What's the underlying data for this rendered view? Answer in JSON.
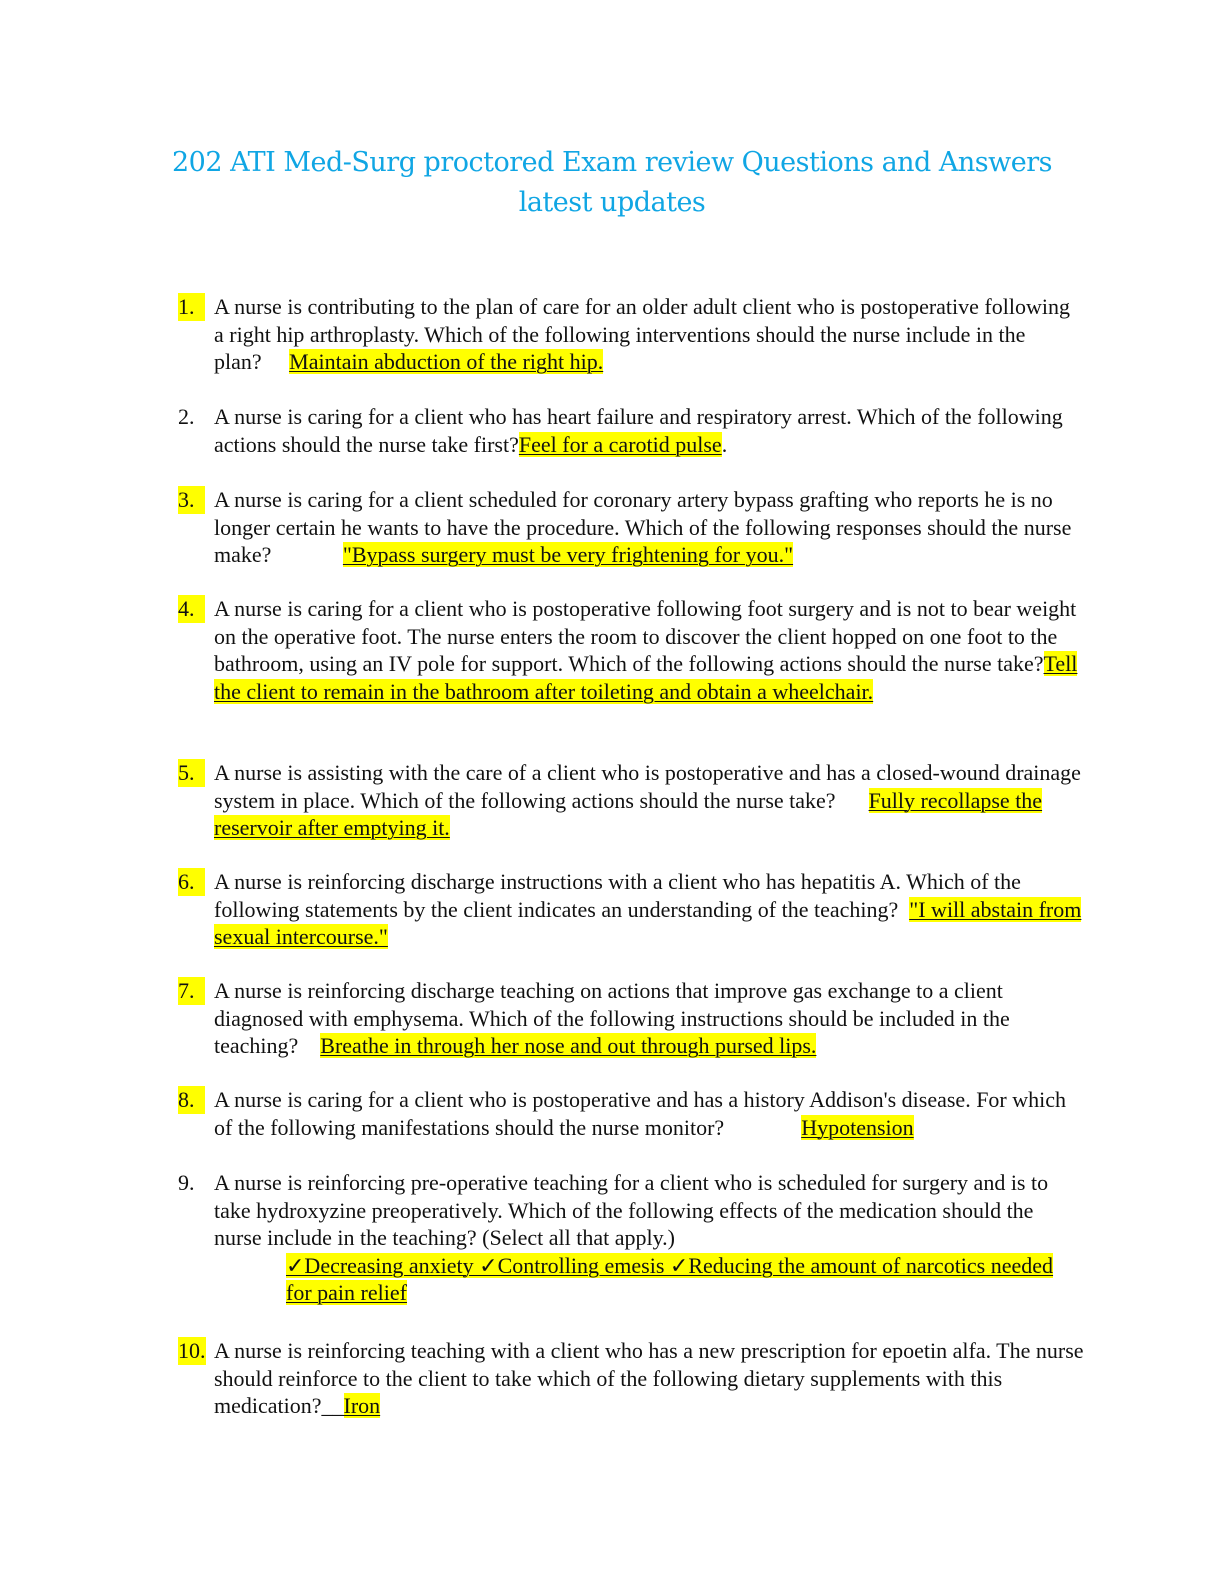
{
  "document": {
    "title_line1": "202 ATI Med-Surg proctored Exam review Questions and Answers",
    "title_line2": "latest updates",
    "colors": {
      "title": "#10a6e4",
      "highlight": "#ffff00",
      "text": "#111111"
    }
  },
  "questions": [
    {
      "number": "1.",
      "highlighted_number": true,
      "question": "A nurse is contributing to the plan of care for an older adult client who is postoperative following a right hip arthroplasty. Which of the following interventions should the nurse include in the plan?",
      "answer": "Maintain abduction of the right hip."
    },
    {
      "number": "2.",
      "highlighted_number": false,
      "question": "A nurse is caring for a client who has heart failure and respiratory arrest. Which of the following actions should the nurse take first?",
      "answer": "Feel for a carotid pulse",
      "trailing": "."
    },
    {
      "number": "3.",
      "highlighted_number": true,
      "question": "A nurse is caring for a client scheduled for coronary artery bypass grafting who reports he is no longer certain he wants to have the procedure. Which of the following responses should the nurse make?",
      "answer": "\"Bypass surgery must be very frightening for you.\""
    },
    {
      "number": "4.",
      "highlighted_number": true,
      "question": "A nurse is caring for a client who is postoperative following foot surgery and is not to bear weight on the operative foot. The nurse enters the room to discover the client hopped on one foot to the bathroom, using an IV pole for support. Which of the following actions should the nurse take?",
      "answer": "Tell the client to remain in the bathroom after toileting and obtain a wheelchair."
    },
    {
      "number": "5.",
      "highlighted_number": true,
      "question": "A nurse is assisting with the care of a client who is postoperative and has a closed-wound drainage system in place. Which of the following actions should the nurse take?",
      "answer": "Fully recollapse the reservoir after emptying it."
    },
    {
      "number": "6.",
      "highlighted_number": true,
      "question": "A nurse is reinforcing discharge instructions with a client who has hepatitis A. Which of the following statements by the client indicates an understanding of the teaching?",
      "answer": "\"I will abstain from sexual intercourse.\""
    },
    {
      "number": "7.",
      "highlighted_number": true,
      "question": "A nurse is reinforcing discharge teaching on actions that improve gas exchange to a client diagnosed with emphysema. Which of the following instructions should be included in the teaching?",
      "answer": "Breathe in through her nose and out through pursed lips."
    },
    {
      "number": "8.",
      "highlighted_number": true,
      "question": "A nurse is caring for a client who is postoperative and has a history Addison's disease. For which of the following manifestations should the nurse monitor?",
      "answer": "Hypotension"
    },
    {
      "number": "9.",
      "highlighted_number": false,
      "question": "A nurse is reinforcing pre-operative teaching for a client who is scheduled for surgery and is to take hydroxyzine preoperatively. Which of the following effects of the medication should the nurse include in the teaching? (Select all that apply.)",
      "answer": "✓Decreasing anxiety ✓Controlling emesis ✓Reducing the amount of narcotics needed for pain relief"
    },
    {
      "number": "10.",
      "highlighted_number": true,
      "question": "A nurse is reinforcing teaching with a client who has a new prescription for epoetin alfa. The nurse should reinforce to the client to take which of the following dietary supplements with this medication?__",
      "answer": "Iron"
    }
  ]
}
